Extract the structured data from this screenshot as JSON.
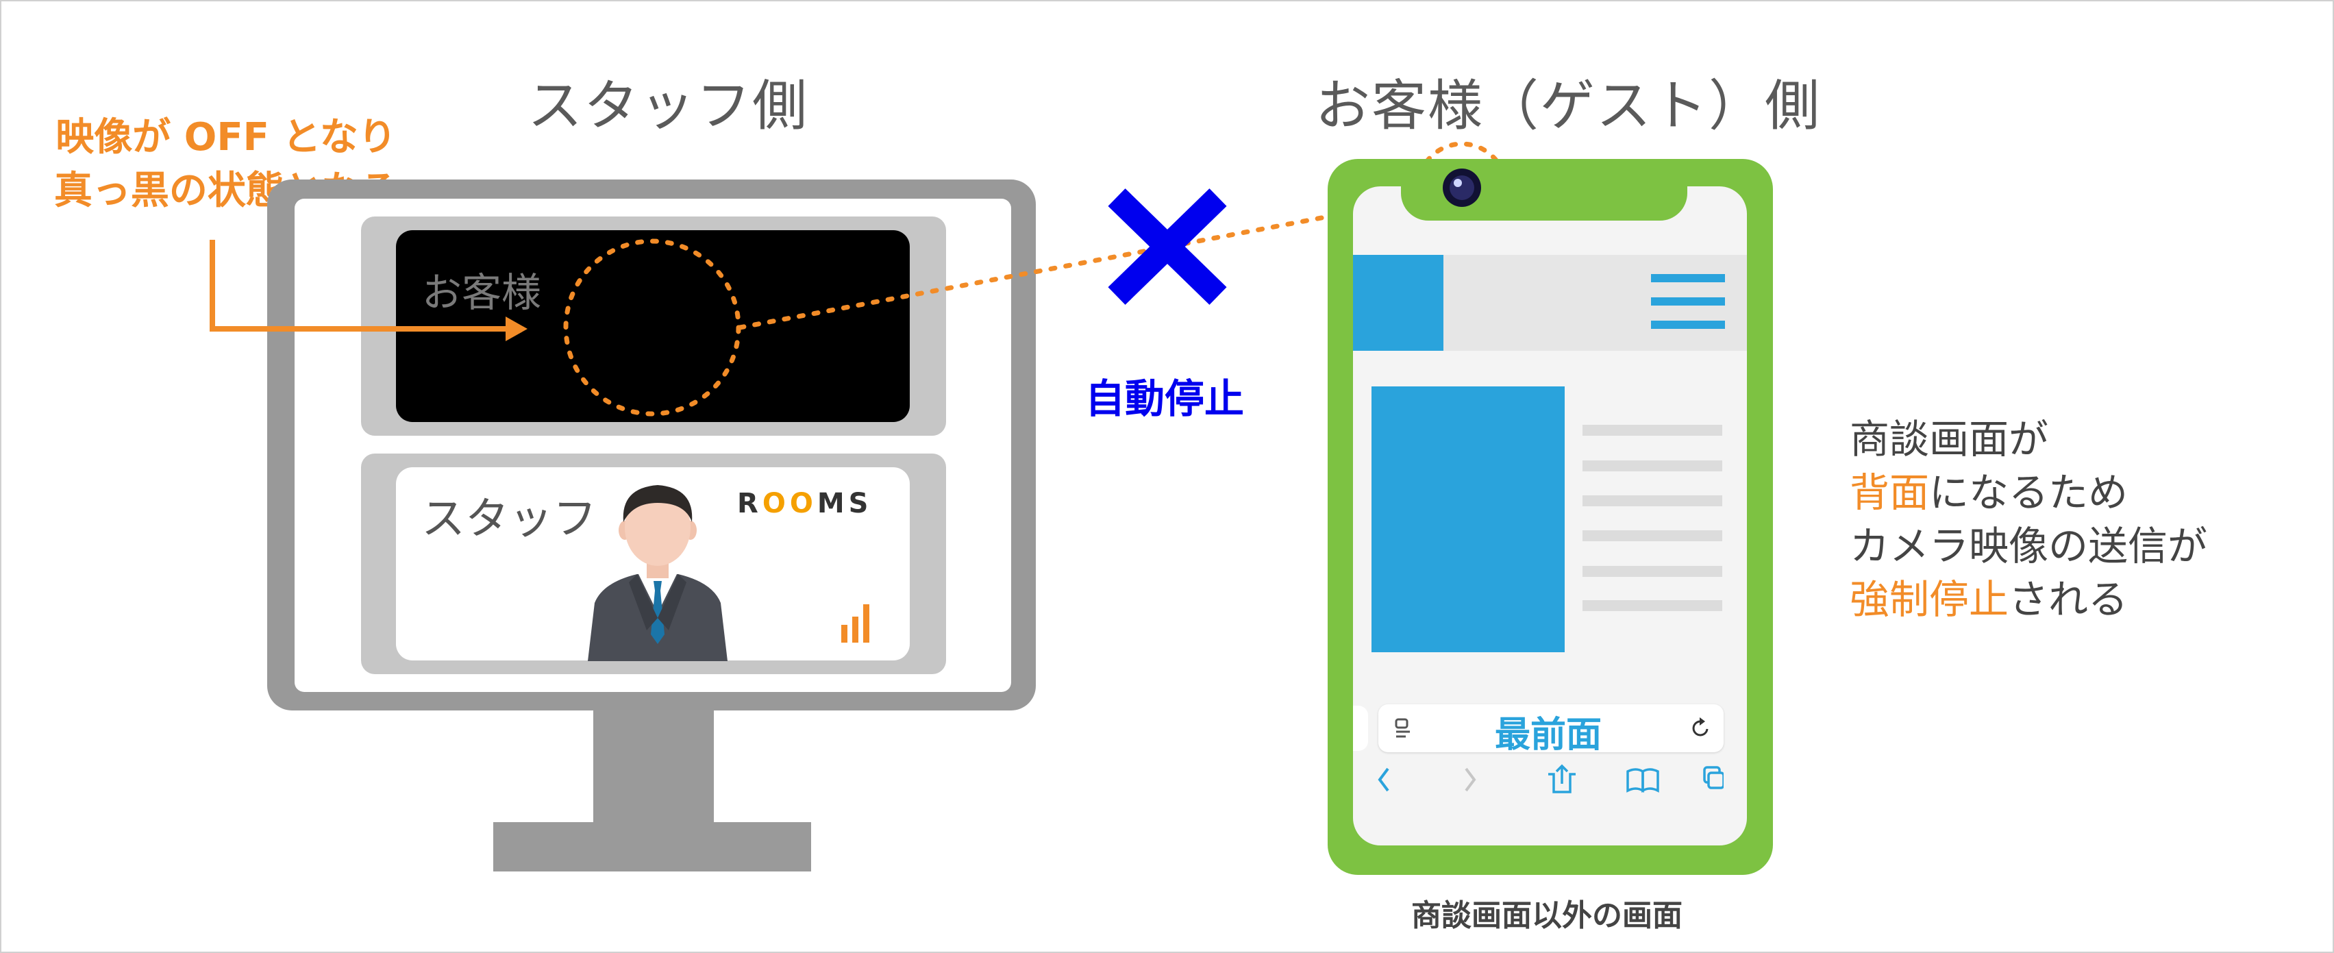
{
  "titles": {
    "staff_side": "スタッフ側",
    "guest_side": "お客様（ゲスト）側"
  },
  "left_note": {
    "line1": "映像が OFF となり",
    "line2": "真っ黒の状態となる"
  },
  "monitor": {
    "guest_label": "お客様",
    "staff_label": "スタッフ",
    "logo": {
      "r": "R",
      "o1": "O",
      "o2": "O",
      "ms": "MS"
    }
  },
  "middle": {
    "stop_label": "自動停止"
  },
  "phone": {
    "address_bar_text": "最前面",
    "caption": "商談画面以外の画面"
  },
  "right_note": {
    "line1": "商談画面が",
    "line2_hl": "背面",
    "line2_rest": "になるため",
    "line3": "カメラ映像の送信が",
    "line4_hl": "強制停止",
    "line4_rest": "される"
  },
  "colors": {
    "orange": "#f28c28",
    "blue_cross": "#0000ee",
    "phone_green": "#7dc242",
    "content_blue": "#2aa3dc"
  }
}
